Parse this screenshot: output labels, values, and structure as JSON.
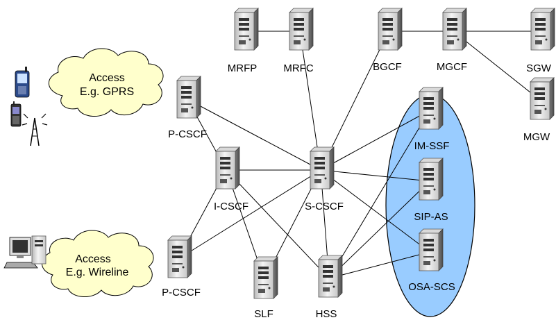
{
  "nodes": [
    {
      "id": "mrfp",
      "label": "MRFP"
    },
    {
      "id": "mrfc",
      "label": "MRFC"
    },
    {
      "id": "bgcf",
      "label": "BGCF"
    },
    {
      "id": "mgcf",
      "label": "MGCF"
    },
    {
      "id": "sgw",
      "label": "SGW"
    },
    {
      "id": "mgw",
      "label": "MGW"
    },
    {
      "id": "pcscf1",
      "label": "P-CSCF"
    },
    {
      "id": "icscf",
      "label": "I-CSCF"
    },
    {
      "id": "scscf",
      "label": "S-CSCF"
    },
    {
      "id": "imssf",
      "label": "IM-SSF"
    },
    {
      "id": "sipas",
      "label": "SIP-AS"
    },
    {
      "id": "osascs",
      "label": "OSA-SCS"
    },
    {
      "id": "pcscf2",
      "label": "P-CSCF"
    },
    {
      "id": "slf",
      "label": "SLF"
    },
    {
      "id": "hss",
      "label": "HSS"
    }
  ],
  "clouds": [
    {
      "id": "access-gprs",
      "line1": "Access",
      "line2": "E.g. GPRS"
    },
    {
      "id": "access-wireline",
      "line1": "Access",
      "line2": "E.g. Wireline"
    }
  ],
  "edges": [
    [
      "mrfp",
      "mrfc"
    ],
    [
      "bgcf",
      "mgcf"
    ],
    [
      "mgcf",
      "sgw"
    ],
    [
      "mgcf",
      "mgw"
    ],
    [
      "mrfc",
      "scscf"
    ],
    [
      "bgcf",
      "scscf"
    ],
    [
      "pcscf1",
      "scscf"
    ],
    [
      "pcscf1",
      "icscf"
    ],
    [
      "icscf",
      "scscf"
    ],
    [
      "icscf",
      "pcscf2"
    ],
    [
      "icscf",
      "slf"
    ],
    [
      "icscf",
      "hss"
    ],
    [
      "scscf",
      "imssf"
    ],
    [
      "scscf",
      "sipas"
    ],
    [
      "scscf",
      "osascs"
    ],
    [
      "scscf",
      "slf"
    ],
    [
      "scscf",
      "hss"
    ],
    [
      "scscf",
      "pcscf2"
    ],
    [
      "hss",
      "imssf"
    ],
    [
      "hss",
      "sipas"
    ],
    [
      "hss",
      "osascs"
    ]
  ],
  "colors": {
    "as_domain_fill": "#99ccff",
    "server_body": "#e8e8e8",
    "line": "#000000"
  },
  "icons": [
    "server-icon",
    "mobile-phone-icon",
    "radio-tower-icon",
    "desktop-computer-icon"
  ]
}
